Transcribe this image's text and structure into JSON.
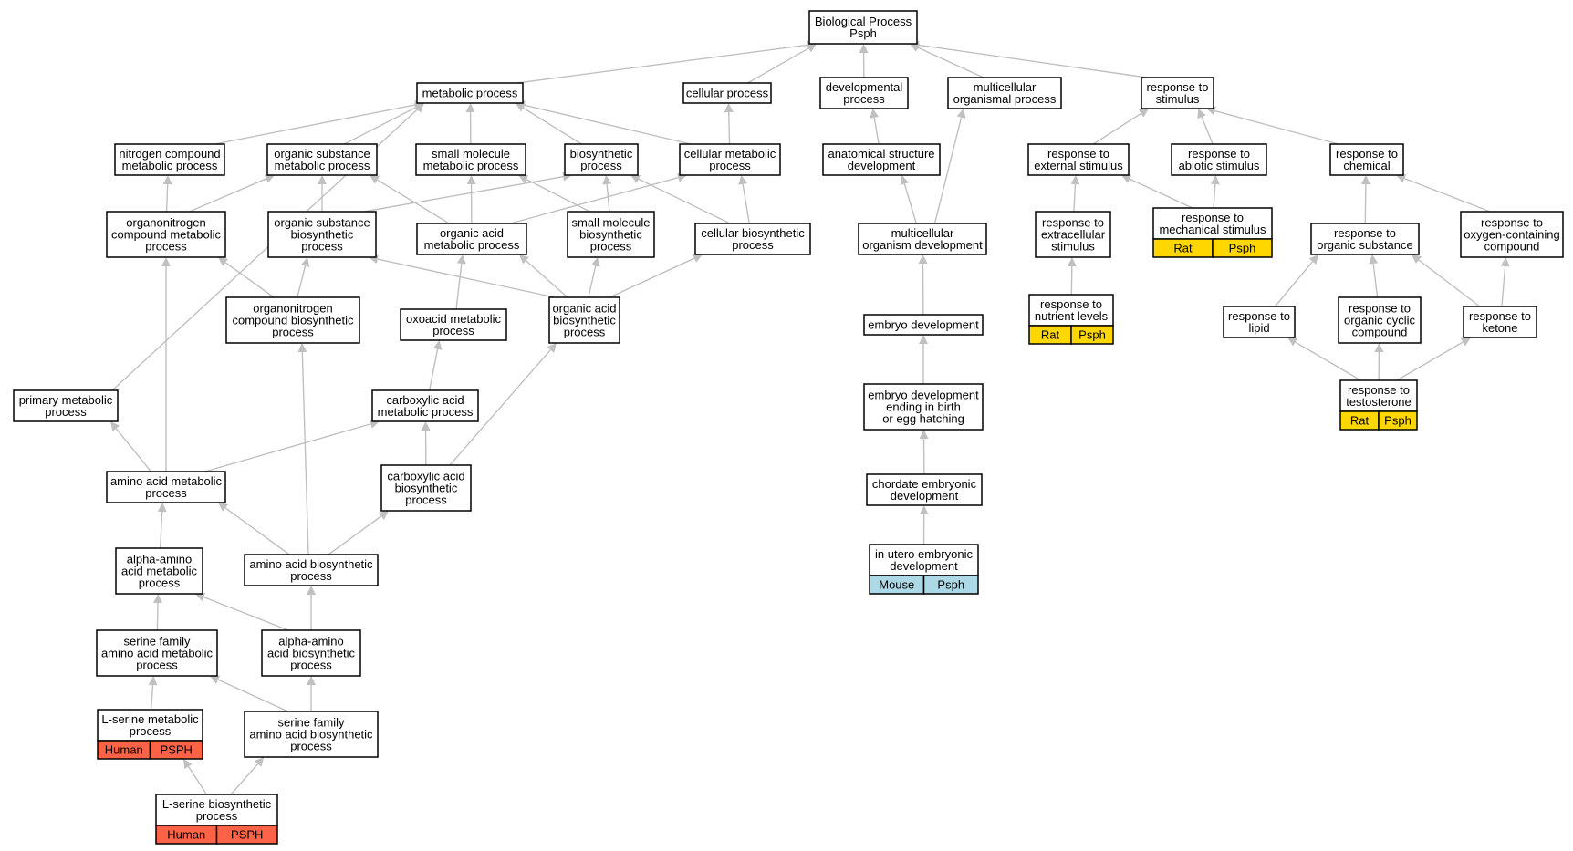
{
  "colors": {
    "edge": "#c0c0c0",
    "human": "#ff6347",
    "rat": "#ffd700",
    "mouse": "#add8e6",
    "box_stroke": "#000000",
    "box_fill": "#ffffff"
  },
  "nodes": [
    {
      "id": "bp",
      "lines": [
        "Biological Process",
        "Psph"
      ]
    },
    {
      "id": "metabolic",
      "lines": [
        "metabolic process"
      ]
    },
    {
      "id": "cellular",
      "lines": [
        "cellular process"
      ]
    },
    {
      "id": "developmental",
      "lines": [
        "developmental",
        "process"
      ]
    },
    {
      "id": "multicellular_org",
      "lines": [
        "multicellular",
        "organismal process"
      ]
    },
    {
      "id": "resp_stimulus",
      "lines": [
        "response to",
        "stimulus"
      ]
    },
    {
      "id": "nitrogen_cmp",
      "lines": [
        "nitrogen compound",
        "metabolic process"
      ]
    },
    {
      "id": "org_subst_met",
      "lines": [
        "organic substance",
        "metabolic process"
      ]
    },
    {
      "id": "small_mol_met",
      "lines": [
        "small molecule",
        "metabolic process"
      ]
    },
    {
      "id": "biosynthetic",
      "lines": [
        "biosynthetic",
        "process"
      ]
    },
    {
      "id": "cell_met",
      "lines": [
        "cellular metabolic",
        "process"
      ]
    },
    {
      "id": "anat_struct",
      "lines": [
        "anatomical structure",
        "development"
      ]
    },
    {
      "id": "resp_ext",
      "lines": [
        "response to",
        "external stimulus"
      ]
    },
    {
      "id": "resp_abiotic",
      "lines": [
        "response to",
        "abiotic stimulus"
      ]
    },
    {
      "id": "resp_chem",
      "lines": [
        "response to",
        "chemical"
      ]
    },
    {
      "id": "orgnitro_met",
      "lines": [
        "organonitrogen",
        "compound metabolic",
        "process"
      ]
    },
    {
      "id": "org_subst_bio",
      "lines": [
        "organic substance",
        "biosynthetic",
        "process"
      ]
    },
    {
      "id": "org_acid_met",
      "lines": [
        "organic acid",
        "metabolic process"
      ]
    },
    {
      "id": "small_mol_bio",
      "lines": [
        "small molecule",
        "biosynthetic",
        "process"
      ]
    },
    {
      "id": "cell_bio",
      "lines": [
        "cellular biosynthetic",
        "process"
      ]
    },
    {
      "id": "multicell_dev",
      "lines": [
        "multicellular",
        "organism development"
      ]
    },
    {
      "id": "resp_extracell",
      "lines": [
        "response to",
        "extracellular",
        "stimulus"
      ]
    },
    {
      "id": "resp_mech",
      "lines": [
        "response to",
        "mechanical stimulus"
      ],
      "annotation": [
        "Rat",
        "Psph"
      ],
      "ann_color": "rat"
    },
    {
      "id": "resp_org_subst",
      "lines": [
        "response to",
        "organic substance"
      ]
    },
    {
      "id": "resp_oxy",
      "lines": [
        "response to",
        "oxygen-containing",
        "compound"
      ]
    },
    {
      "id": "orgnitro_bio",
      "lines": [
        "organonitrogen",
        "compound biosynthetic",
        "process"
      ]
    },
    {
      "id": "oxoacid",
      "lines": [
        "oxoacid metabolic",
        "process"
      ]
    },
    {
      "id": "org_acid_bio",
      "lines": [
        "organic acid",
        "biosynthetic",
        "process"
      ]
    },
    {
      "id": "embryo_dev",
      "lines": [
        "embryo development"
      ]
    },
    {
      "id": "resp_nutrient",
      "lines": [
        "response to",
        "nutrient levels"
      ],
      "annotation": [
        "Rat",
        "Psph"
      ],
      "ann_color": "rat"
    },
    {
      "id": "resp_lipid",
      "lines": [
        "response to",
        "lipid"
      ]
    },
    {
      "id": "resp_org_cyclic",
      "lines": [
        "response to",
        "organic cyclic",
        "compound"
      ]
    },
    {
      "id": "resp_ketone",
      "lines": [
        "response to",
        "ketone"
      ]
    },
    {
      "id": "primary_met",
      "lines": [
        "primary metabolic",
        "process"
      ]
    },
    {
      "id": "carbox_met",
      "lines": [
        "carboxylic acid",
        "metabolic process"
      ]
    },
    {
      "id": "embryo_birth",
      "lines": [
        "embryo development",
        "ending in birth",
        "or egg hatching"
      ]
    },
    {
      "id": "resp_testo",
      "lines": [
        "response to",
        "testosterone"
      ],
      "annotation": [
        "Rat",
        "Psph"
      ],
      "ann_color": "rat"
    },
    {
      "id": "amino_met",
      "lines": [
        "amino acid metabolic",
        "process"
      ]
    },
    {
      "id": "carbox_bio",
      "lines": [
        "carboxylic acid",
        "biosynthetic",
        "process"
      ]
    },
    {
      "id": "chordate",
      "lines": [
        "chordate embryonic",
        "development"
      ]
    },
    {
      "id": "alpha_met",
      "lines": [
        "alpha-amino",
        "acid metabolic",
        "process"
      ]
    },
    {
      "id": "amino_bio",
      "lines": [
        "amino acid biosynthetic",
        "process"
      ]
    },
    {
      "id": "in_utero",
      "lines": [
        "in utero embryonic",
        "development"
      ],
      "annotation": [
        "Mouse",
        "Psph"
      ],
      "ann_color": "mouse"
    },
    {
      "id": "serine_fam_met",
      "lines": [
        "serine family",
        "amino acid metabolic",
        "process"
      ]
    },
    {
      "id": "alpha_bio",
      "lines": [
        "alpha-amino",
        "acid biosynthetic",
        "process"
      ]
    },
    {
      "id": "lserine_met",
      "lines": [
        "L-serine metabolic",
        "process"
      ],
      "annotation": [
        "Human",
        "PSPH"
      ],
      "ann_color": "human"
    },
    {
      "id": "serine_fam_bio",
      "lines": [
        "serine family",
        "amino acid biosynthetic",
        "process"
      ]
    },
    {
      "id": "lserine_bio",
      "lines": [
        "L-serine biosynthetic",
        "process"
      ],
      "annotation": [
        "Human",
        "PSPH"
      ],
      "ann_color": "human"
    }
  ]
}
